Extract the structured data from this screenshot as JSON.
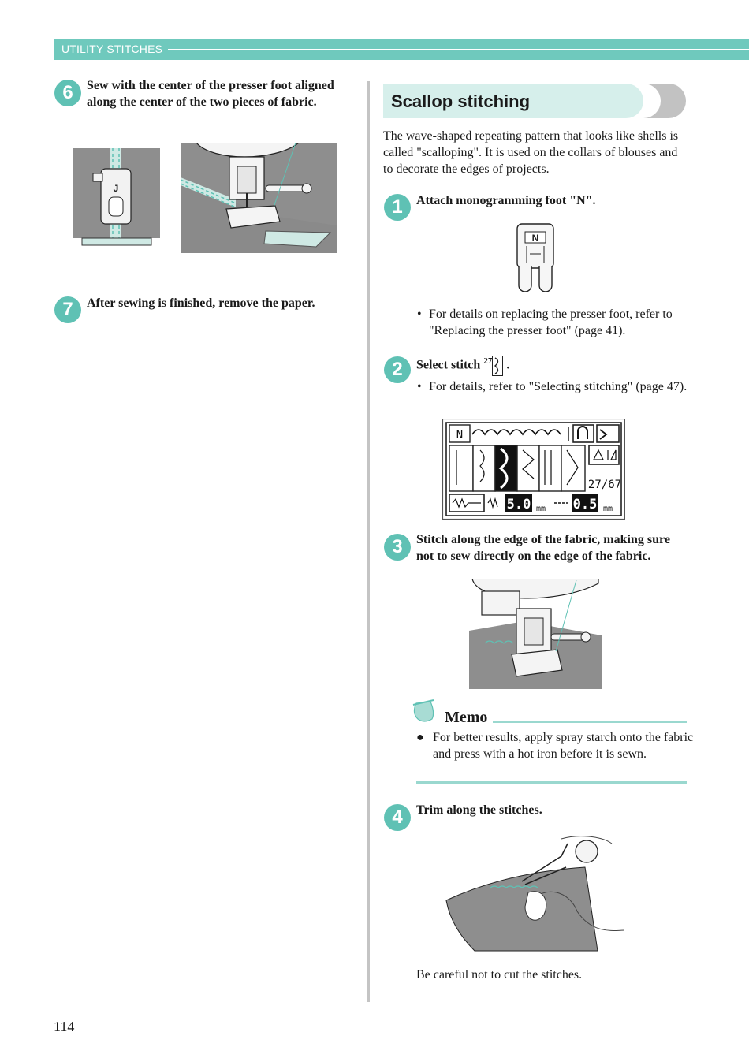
{
  "header": {
    "section_label": "UTILITY STITCHES"
  },
  "left_column": {
    "step6": {
      "number": "6",
      "text": "Sew with the center of the presser foot aligned along the center of the two pieces of fabric."
    },
    "foot_letter_j": "J",
    "step7": {
      "number": "7",
      "text": "After sewing is finished, remove the paper."
    }
  },
  "right_column": {
    "section_title": "Scallop stitching",
    "intro": "The wave-shaped repeating pattern that looks like shells is called \"scalloping\". It is used on the collars of blouses and to decorate the edges of projects.",
    "step1": {
      "number": "1",
      "text": "Attach monogramming foot \"N\".",
      "foot_letter": "N",
      "bullet": "For details on replacing the presser foot, refer to \"Replacing the presser foot\" (page 41)."
    },
    "step2": {
      "number": "2",
      "text": "Select stitch",
      "stitch_number": "27",
      "end_punct": ".",
      "bullet": "For details, refer to \"Selecting stitching\" (page 47)."
    },
    "lcd": {
      "top_left_icon": "N",
      "page_indicator": "27/67",
      "width_value": "5.0",
      "length_value": "0.5",
      "unit": "mm"
    },
    "step3": {
      "number": "3",
      "text": "Stitch along the edge of the fabric, making sure not to sew directly on the edge of the fabric."
    },
    "memo": {
      "title": "Memo",
      "icon": "memo-bell-icon",
      "text": "For better results, apply spray starch onto the fabric and press with a hot iron before it is sewn."
    },
    "step4": {
      "number": "4",
      "text": "Trim along the stitches."
    },
    "caption": "Be careful not to cut the stitches."
  },
  "footer": {
    "page_number": "114"
  },
  "colors": {
    "accent": "#6fc9bd",
    "accent_light": "#d6efeb",
    "memo_line": "#9ad8cf"
  }
}
